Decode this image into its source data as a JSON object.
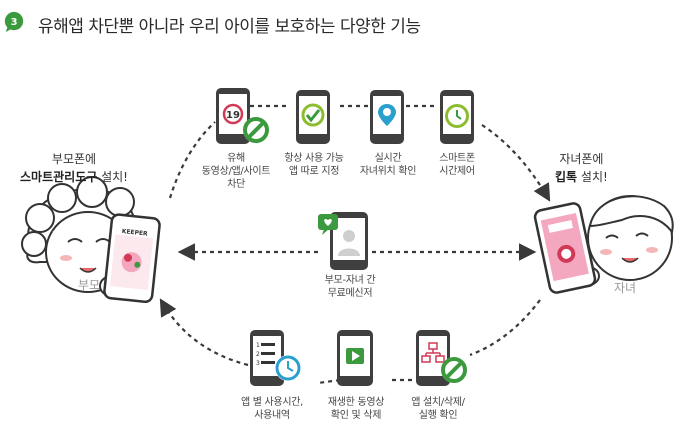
{
  "header": {
    "step_number": "3",
    "title": "유해앱 차단뿐 아니라 우리 아이를 보호하는 다양한 기능"
  },
  "colors": {
    "accent_green": "#3b9a3e",
    "phone_dark": "#404040",
    "arrow": "#3a3a3a"
  },
  "parent": {
    "label_line1": "부모폰에",
    "label_line2_bold": "스마트관리도구",
    "label_line2_rest": " 설치!",
    "tag": "부모"
  },
  "child": {
    "label_line1": "자녀폰에",
    "label_line2_bold": "킵톡",
    "label_line2_rest": " 설치!",
    "tag": "자녀"
  },
  "features_top": [
    {
      "icon": "block-19-icon",
      "lines": [
        "유해",
        "동영상/앱/사이트",
        "차단"
      ]
    },
    {
      "icon": "check-icon",
      "lines": [
        "항상 사용 가능",
        "앱 따로 지정"
      ]
    },
    {
      "icon": "location-pin-icon",
      "lines": [
        "실시간",
        "자녀위치 확인"
      ]
    },
    {
      "icon": "clock-icon",
      "lines": [
        "스마트폰",
        "시간제어"
      ]
    }
  ],
  "feature_center": {
    "icon": "message-heart-icon",
    "lines": [
      "부모-자녀 간",
      "무료메신저"
    ]
  },
  "features_bottom": [
    {
      "icon": "list-clock-icon",
      "lines": [
        "앱 별 사용시간,",
        "사용내역"
      ]
    },
    {
      "icon": "play-icon",
      "lines": [
        "재생한 동영상",
        "확인 및 삭제"
      ]
    },
    {
      "icon": "app-block-icon",
      "lines": [
        "앱 설치/삭제/",
        "실행 확인"
      ]
    }
  ],
  "phone_screen": {
    "parent_logo": "KEEPER"
  }
}
